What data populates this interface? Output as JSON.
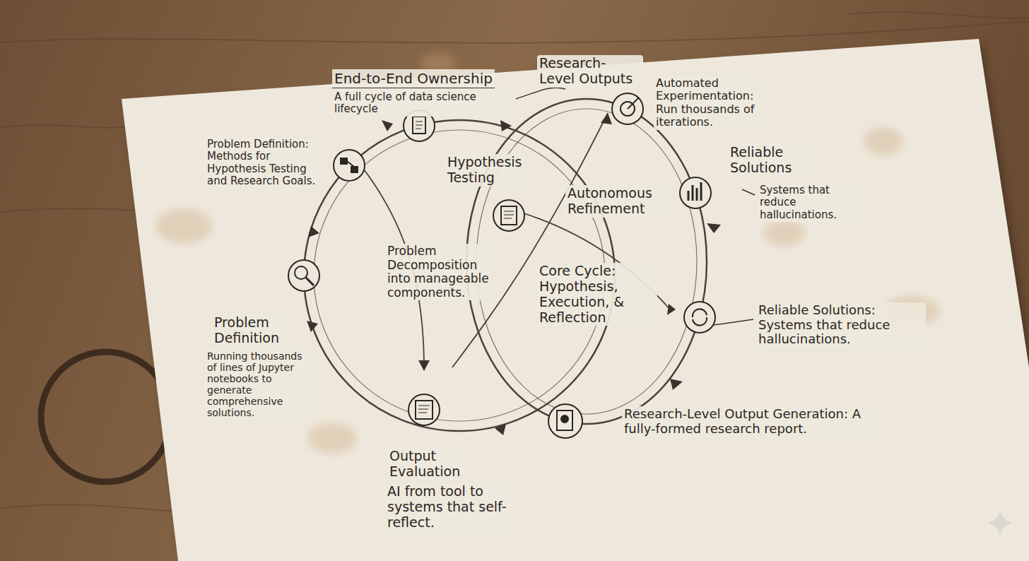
{
  "diagram": {
    "title": "End-to-End Ownership",
    "labels": [
      "A full cycle of data science lifecycle",
      "Research-Level Outputs",
      "Automated Experimentation: Run thousands of iterations.",
      "Reliable Solutions",
      "Systems that reduce hallucinations.",
      "Problem Definition: Methods for Hypothesis Testing and Research Goals.",
      "Hypothesis Testing",
      "Autonomous Refinement",
      "Problem Decomposition into manageable components.",
      "Problem Definition",
      "Core Cycle: Hypothesis, Execution, & Reflection",
      "Reliable Solutions: Systems that reduce hallucinations.",
      "Running thousands of lines of Jupyter notebooks to generate comprehensive solutions.",
      "Output Evaluation",
      "Research-Level Output Generation: A fully-formed research report.",
      "AI from tool to systems that self-reflect."
    ]
  }
}
